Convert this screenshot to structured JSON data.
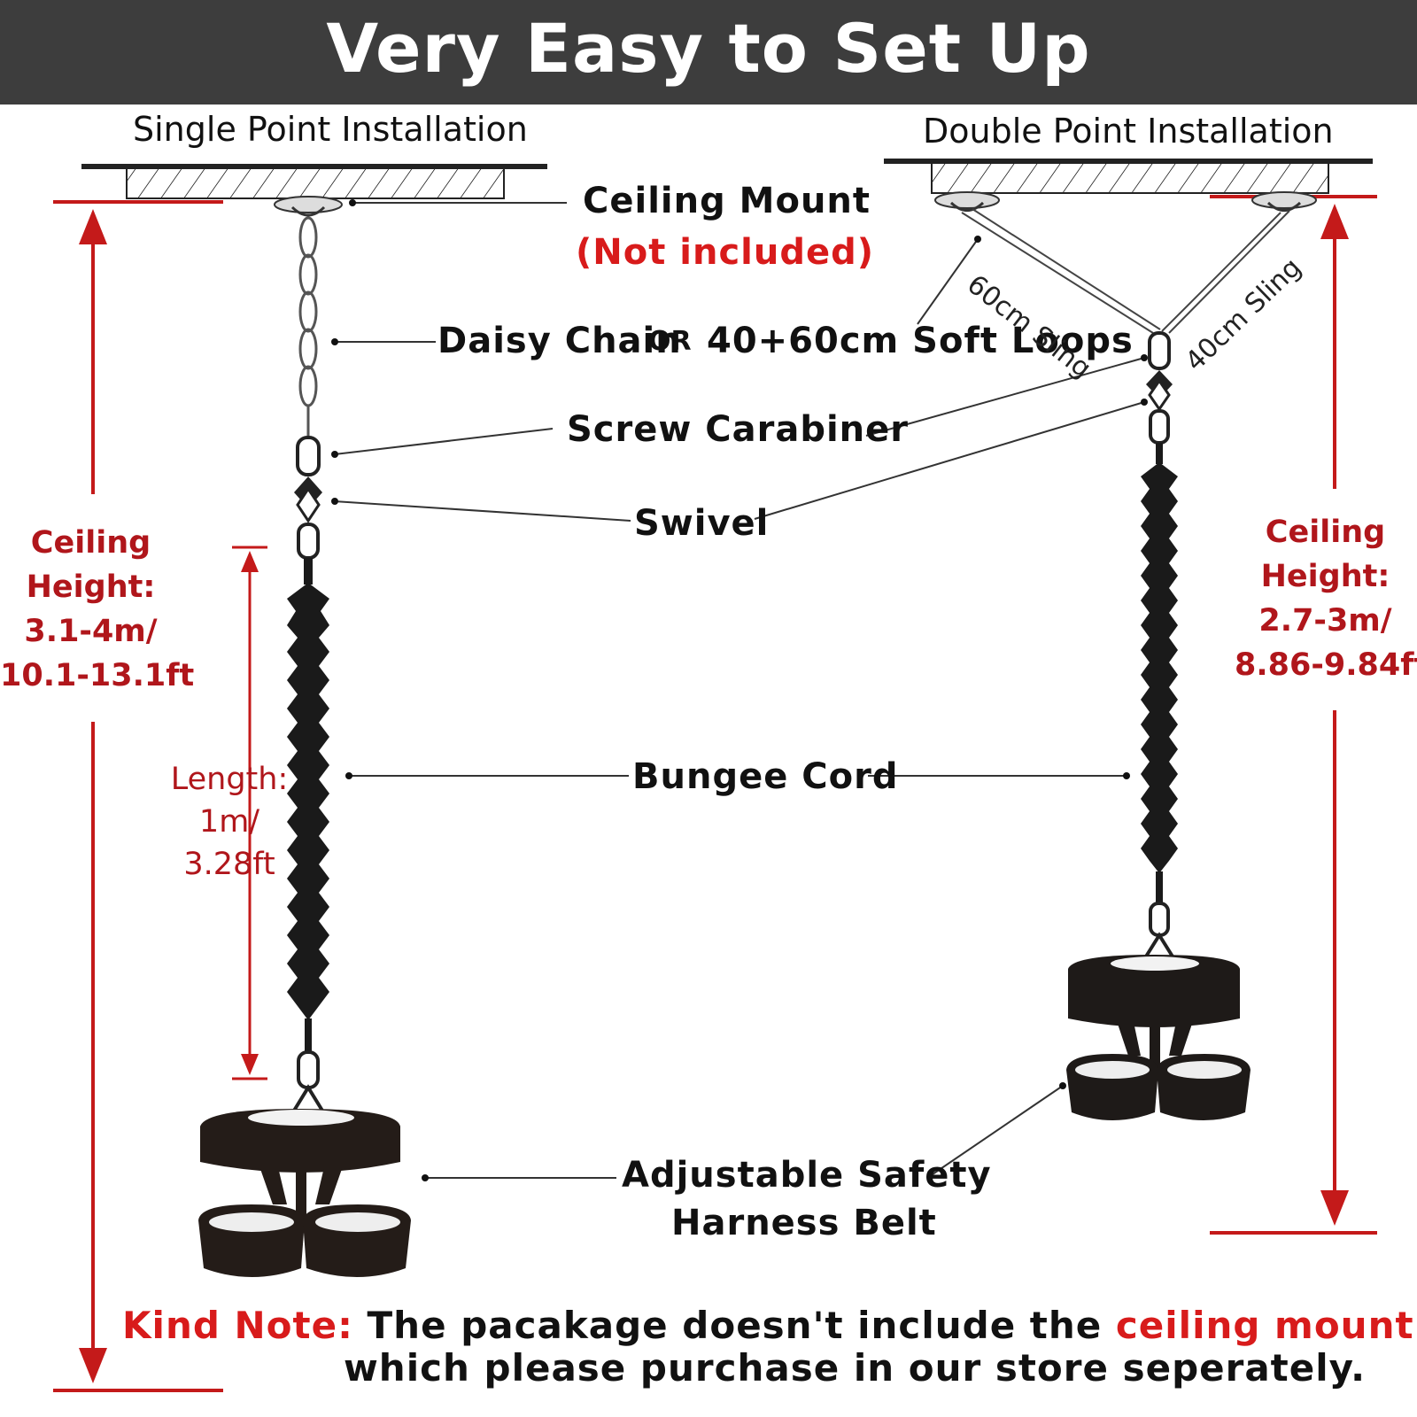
{
  "banner": {
    "title": "Very Easy to Set Up"
  },
  "sections": {
    "single": "Single Point Installation",
    "double": "Double Point Installation"
  },
  "parts": {
    "ceiling_mount": "Ceiling Mount",
    "not_included": "(Not included)",
    "daisy_chain": "Daisy Chain",
    "or": "OR",
    "soft_loops": "40+60cm Soft Loops",
    "screw_carabiner": "Screw Carabiner",
    "swivel": "Swivel",
    "bungee_cord": "Bungee Cord",
    "harness_line1": "Adjustable Safety",
    "harness_line2": "Harness Belt"
  },
  "slings": {
    "left": "60cm Sling",
    "right": "40cm Sling"
  },
  "single_height": {
    "line1": "Ceiling",
    "line2": "Height:",
    "line3": "3.1-4m/",
    "line4": "10.1-13.1ft"
  },
  "double_height": {
    "line1": "Ceiling",
    "line2": "Height:",
    "line3": "2.7-3m/",
    "line4": "8.86-9.84ft"
  },
  "cord_length": {
    "line1": "Length:",
    "line2": "1m/",
    "line3": "3.28ft"
  },
  "note": {
    "label": "Kind Note:",
    "text1": "The pacakage doesn't include the",
    "highlight": "ceiling mount",
    "text2": "which please purchase in our store seperately."
  },
  "colors": {
    "banner_bg": "#3d3d3d",
    "accent_red": "#c41a1a",
    "product_black": "#1a1a1a"
  }
}
